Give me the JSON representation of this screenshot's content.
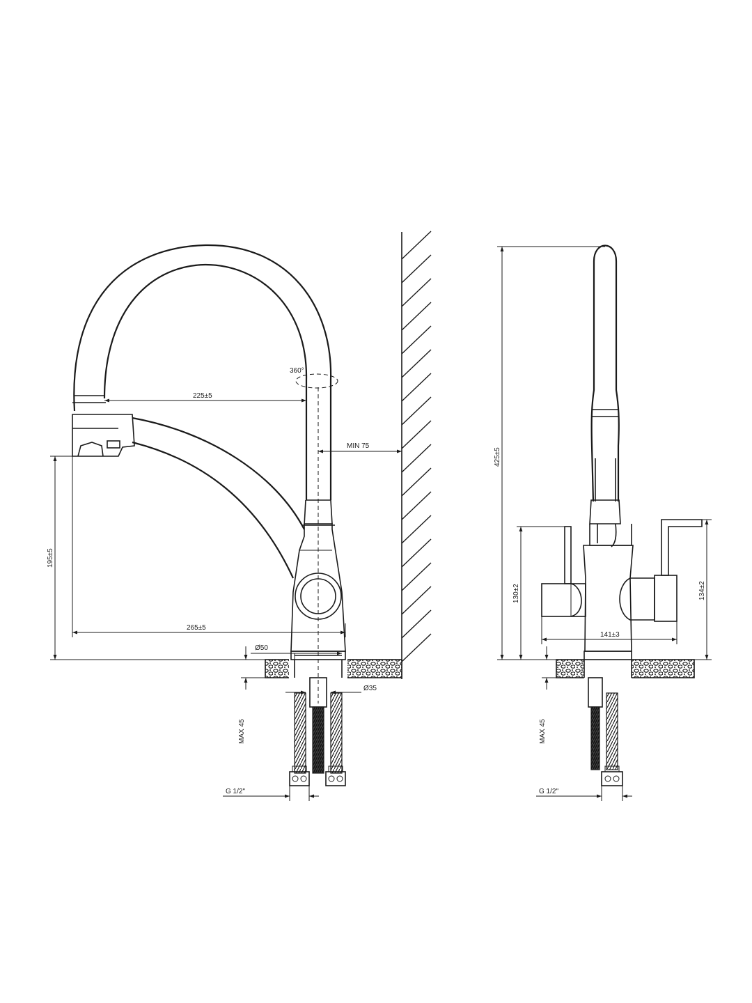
{
  "colors": {
    "line": "#1a1a1a",
    "background": "#ffffff"
  },
  "side_view": {
    "rotation": "360°",
    "reach_spout_top": "225±5",
    "wall_clearance": "MIN 75",
    "height_outlet": "195±5",
    "reach_spout_bottom": "265±5",
    "base_diameter": "Ø50",
    "hole_diameter": "Ø35",
    "max_counter_thickness": "MAX 45",
    "connection_thread": "G 1/2\""
  },
  "front_view": {
    "total_height": "425±5",
    "left_handle_height": "130±2",
    "right_handle_height": "134±2",
    "handle_span": "141±3",
    "max_counter_thickness": "MAX 45",
    "connection_thread": "G 1/2\""
  }
}
